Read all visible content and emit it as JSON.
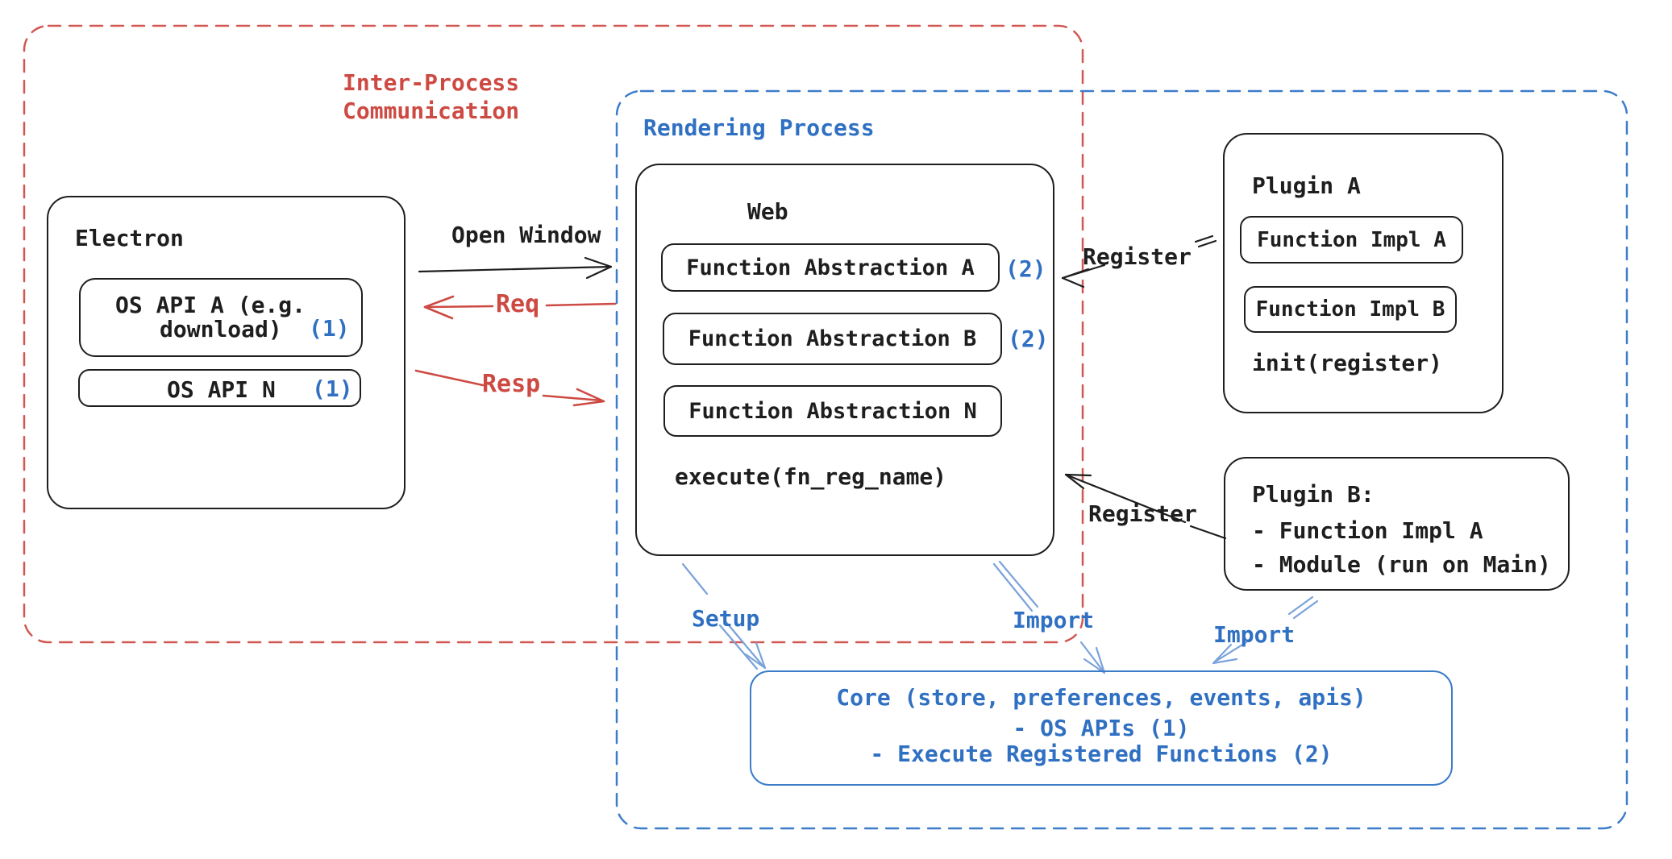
{
  "colors": {
    "ink": "#1e1e1e",
    "red": "#cd4a43",
    "blue": "#3070c2",
    "blue_light": "#7aa2db",
    "blue_border": "#3d7cc9"
  },
  "regions": {
    "ipc": {
      "label_line1": "Inter-Process",
      "label_line2": "Communication"
    },
    "rendering": {
      "label": "Rendering Process"
    }
  },
  "electron": {
    "title": "Electron",
    "os_api_a_line1": "OS API A (e.g.",
    "os_api_a_line2": "download)",
    "os_api_a_badge": "(1)",
    "os_api_n_label": "OS API N",
    "os_api_n_badge": "(1)"
  },
  "web": {
    "title": "Web",
    "items": [
      {
        "label": "Function Abstraction A",
        "badge": "(2)"
      },
      {
        "label": "Function Abstraction B",
        "badge": "(2)"
      },
      {
        "label": "Function Abstraction N",
        "badge": ""
      }
    ],
    "execute": "execute(fn_reg_name)"
  },
  "plugin_a": {
    "title": "Plugin A",
    "impl_a": "Function Impl A",
    "impl_b": "Function Impl B",
    "init": "init(register)"
  },
  "plugin_b": {
    "line1": "Plugin B:",
    "line2": "- Function Impl A",
    "line3": "- Module (run on Main)"
  },
  "core": {
    "line1": "Core (store, preferences, events, apis)",
    "line2": "- OS APIs (1)",
    "line3": "- Execute Registered Functions (2)"
  },
  "arrows": {
    "open_window": "Open Window",
    "req": "Req",
    "resp": "Resp",
    "register_a": "Register",
    "register_b": "Register",
    "setup": "Setup",
    "import_web": "Import",
    "import_plugin": "Import"
  }
}
